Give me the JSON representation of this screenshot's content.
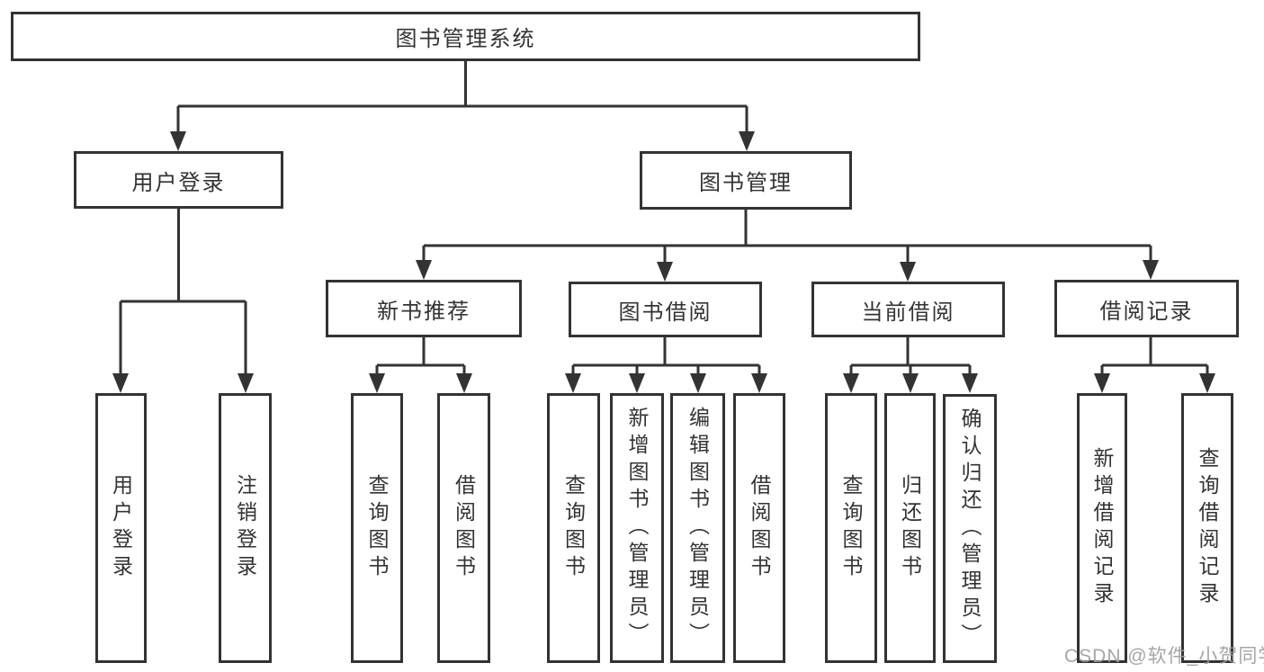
{
  "diagram": {
    "type": "hierarchy-tree",
    "title": "图书管理系统",
    "watermark": "CSDN @软件_小贺同学",
    "colors": {
      "line": "#333333",
      "box_border": "#333333",
      "text": "#333333",
      "background": "#ffffff",
      "watermark": "#9e9e9e"
    }
  },
  "nodes": {
    "root": {
      "label": "图书管理系统"
    },
    "level2": [
      {
        "id": "user-login",
        "label": "用户登录"
      },
      {
        "id": "book-management",
        "label": "图书管理"
      }
    ],
    "level3": [
      {
        "id": "new-book-recommend",
        "label": "新书推荐",
        "parent": "图书管理"
      },
      {
        "id": "book-borrowing",
        "label": "图书借阅",
        "parent": "图书管理"
      },
      {
        "id": "current-borrowing",
        "label": "当前借阅",
        "parent": "图书管理"
      },
      {
        "id": "borrowing-records",
        "label": "借阅记录",
        "parent": "图书管理"
      }
    ],
    "leaves": [
      {
        "id": "user-login-leaf",
        "label": "用户登录",
        "parent": "用户登录"
      },
      {
        "id": "logout-leaf",
        "label": "注销登录",
        "parent": "用户登录"
      },
      {
        "id": "query-books-recommend",
        "label": "查询图书",
        "parent": "新书推荐"
      },
      {
        "id": "borrow-books-recommend",
        "label": "借阅图书",
        "parent": "新书推荐"
      },
      {
        "id": "query-books-borrowing",
        "label": "查询图书",
        "parent": "图书借阅"
      },
      {
        "id": "add-books-admin",
        "label": "新增图书（管理员）",
        "parent": "图书借阅"
      },
      {
        "id": "edit-books-admin",
        "label": "编辑图书（管理员）",
        "parent": "图书借阅"
      },
      {
        "id": "borrow-books-borrowing",
        "label": "借阅图书",
        "parent": "图书借阅"
      },
      {
        "id": "query-books-current",
        "label": "查询图书",
        "parent": "当前借阅"
      },
      {
        "id": "return-books",
        "label": "归还图书",
        "parent": "当前借阅"
      },
      {
        "id": "confirm-return-admin",
        "label": "确认归还（管理员）",
        "parent": "当前借阅"
      },
      {
        "id": "add-borrow-record",
        "label": "新增借阅记录",
        "parent": "借阅记录"
      },
      {
        "id": "query-borrow-record",
        "label": "查询借阅记录",
        "parent": "借阅记录"
      }
    ]
  }
}
